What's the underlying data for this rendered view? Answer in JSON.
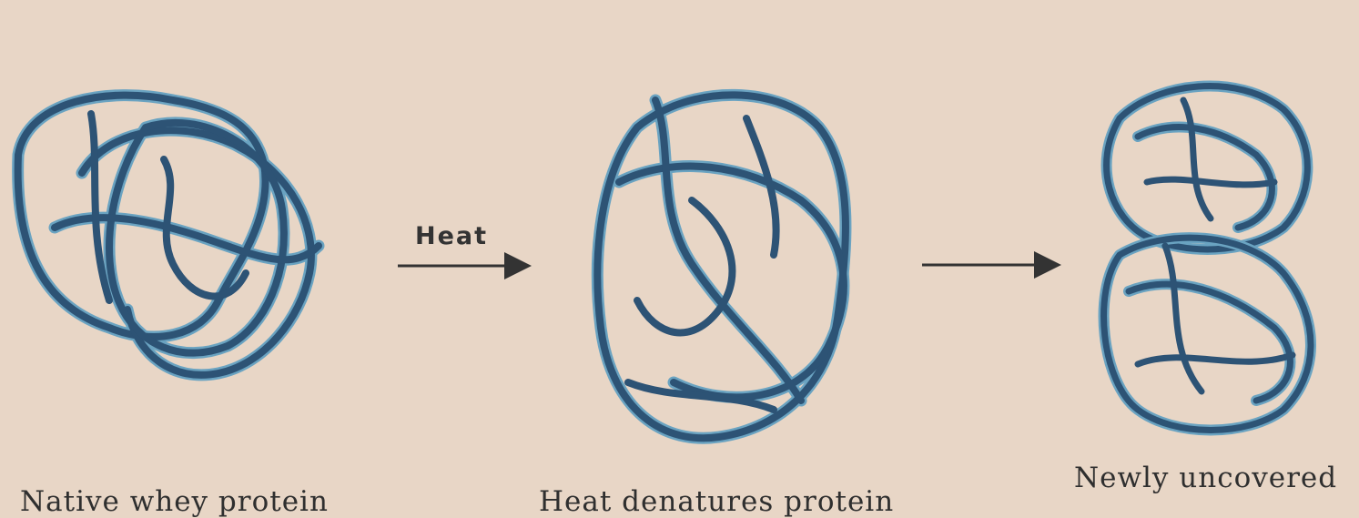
{
  "title": "",
  "steps": [
    {
      "caption": "Native whey protein"
    },
    {
      "caption": "Heat denatures protein"
    },
    {
      "caption_line1": "Newly uncovered",
      "caption_line2": ""
    }
  ],
  "arrow_label": "Heat",
  "colors": {
    "background": "#e8d6c6",
    "strand_dark": "#2d5375",
    "strand_light": "#6aa3c1",
    "arrow": "#333333"
  }
}
